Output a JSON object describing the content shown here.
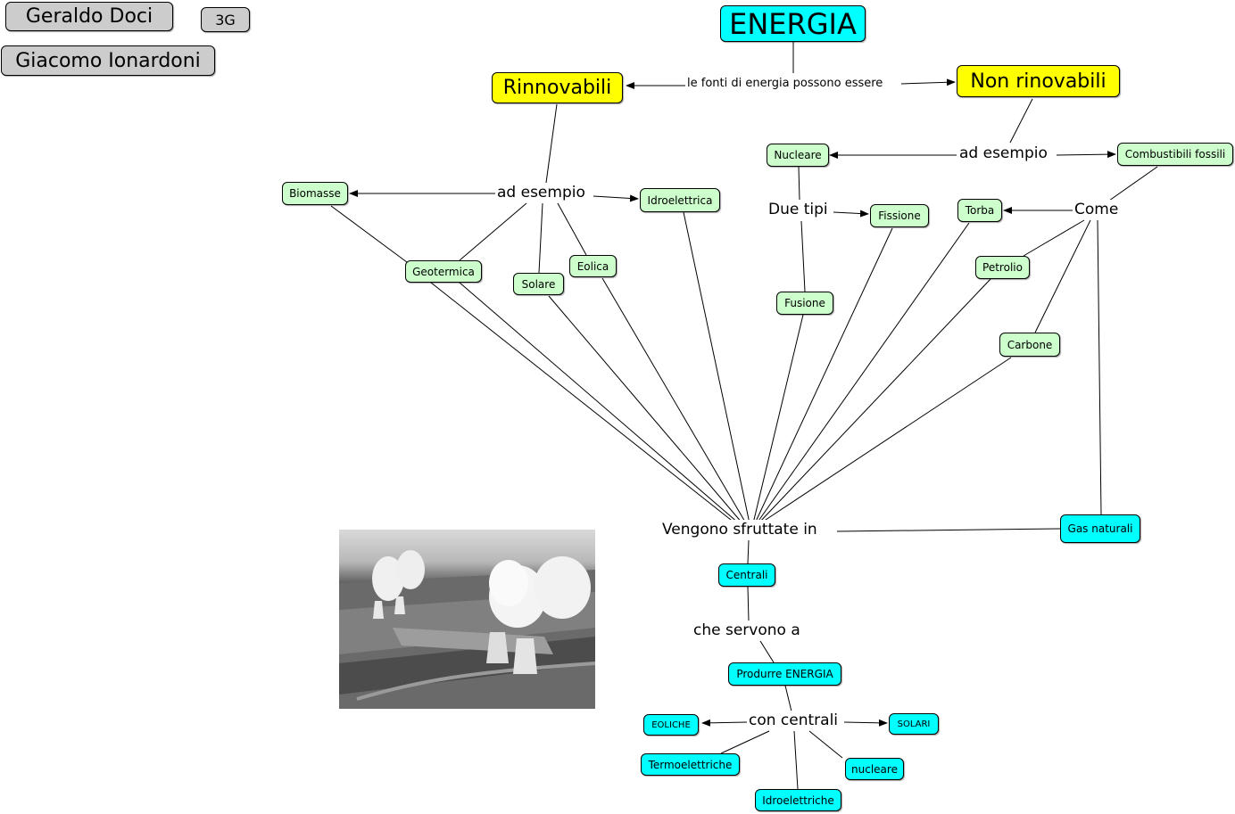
{
  "authors": {
    "author1": "Geraldo Doci",
    "class": "3G",
    "author2": "Giacomo Ionardoni"
  },
  "title": "ENERGIA",
  "linking_phrases": {
    "fonti": "le fonti di energia possono essere",
    "ad_esempio_rinn": "ad esempio",
    "ad_esempio_non": "ad esempio",
    "due_tipi": "Due tipi",
    "come": "Come",
    "vengono": "Vengono sfruttate in",
    "che_servono": "che servono a",
    "con_centrali": "con centrali"
  },
  "categories": {
    "rinnovabili": "Rinnovabili",
    "non_rinnovabili": "Non rinovabili"
  },
  "renewables": {
    "biomasse": "Biomasse",
    "idroelettrica": "Idroelettrica",
    "geotermica": "Geotermica",
    "solare": "Solare",
    "eolica": "Eolica"
  },
  "non_renewables": {
    "nucleare": "Nucleare",
    "combustibili": "Combustibili fossili",
    "fissione": "Fissione",
    "fusione": "Fusione",
    "torba": "Torba",
    "petrolio": "Petrolio",
    "carbone": "Carbone",
    "gas": "Gas naturali"
  },
  "plants": {
    "centrali": "Centrali",
    "produrre": "Produrre ENERGIA",
    "eoliche": "EOLICHE",
    "solari": "SOLARI",
    "termo": "Termoelettriche",
    "nucleare": "nucleare",
    "idro": "Idroelettriche"
  },
  "colors": {
    "title": "#00ffff",
    "category": "#ffff00",
    "source": "#ccffcc",
    "plant": "#00ffff",
    "author": "#cccccc"
  },
  "image": {
    "icon": "power-plant-photo"
  }
}
